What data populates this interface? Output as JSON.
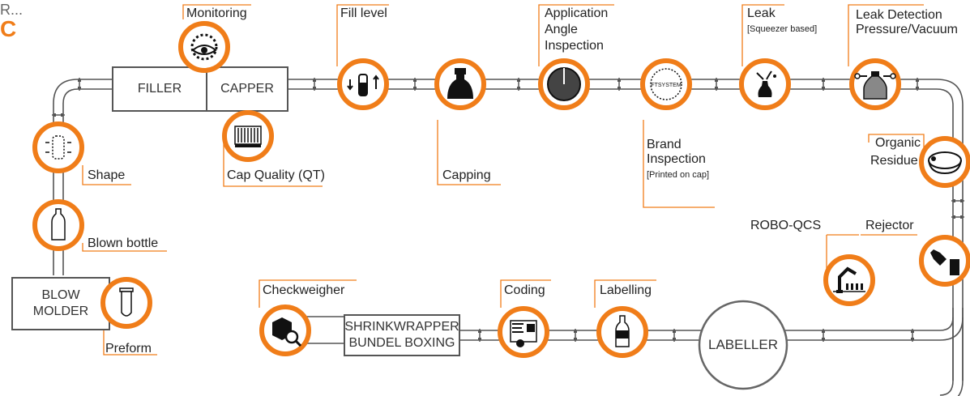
{
  "brand": {
    "ellipsis": "R...",
    "mark": "C"
  },
  "colors": {
    "accent": "#f07d19",
    "line": "#555555",
    "icon": "#111111"
  },
  "machines": {
    "filler": "FILLER",
    "capper": "CAPPER",
    "blow_molder": [
      "BLOW",
      "MOLDER"
    ],
    "shrinkwrapper": [
      "SHRINKWRAPPER",
      "BUNDEL BOXING"
    ],
    "labeller": "LABELLER"
  },
  "stations": {
    "monitoring": {
      "label": "Monitoring",
      "icon": "eye-gear-icon"
    },
    "fill_level": {
      "label": "Fill level",
      "icon": "bottle-level-icon"
    },
    "application_angle": {
      "label": [
        "Application",
        "Angle",
        "Inspection"
      ],
      "icon": "cap-angle-icon"
    },
    "leak": {
      "label": "Leak",
      "sub": "[Squeezer based]",
      "icon": "squeeze-bottle-icon"
    },
    "leak_detection": {
      "label": [
        "Leak Detection",
        "Pressure/Vacuum"
      ],
      "icon": "pressure-bottle-icon"
    },
    "cap_quality": {
      "label": "Cap Quality (QT)",
      "icon": "cap-ribs-icon"
    },
    "capping": {
      "label": "Capping",
      "icon": "capping-icon"
    },
    "brand_inspection": {
      "label": [
        "Brand",
        "Inspection"
      ],
      "sub": "[Printed on cap]",
      "icon": "cap-print-icon",
      "cap_text": "FTSYSTEM"
    },
    "organic_residue": {
      "label": [
        "Organic",
        "Residue"
      ],
      "icon": "bowl-icon"
    },
    "rejector": {
      "label": "Rejector",
      "icon": "reject-bottle-icon"
    },
    "robo_qcs": {
      "label": "ROBO-QCS",
      "icon": "robot-arm-icon"
    },
    "shape": {
      "label": "Shape",
      "icon": "bottle-shape-icon"
    },
    "blown_bottle": {
      "label": "Blown bottle",
      "icon": "bottle-outline-icon"
    },
    "preform": {
      "label": "Preform",
      "icon": "preform-icon"
    },
    "checkweigher": {
      "label": "Checkweigher",
      "icon": "box-magnifier-icon"
    },
    "coding": {
      "label": "Coding",
      "icon": "label-code-icon"
    },
    "labelling": {
      "label": "Labelling",
      "icon": "labelled-bottle-icon"
    }
  }
}
